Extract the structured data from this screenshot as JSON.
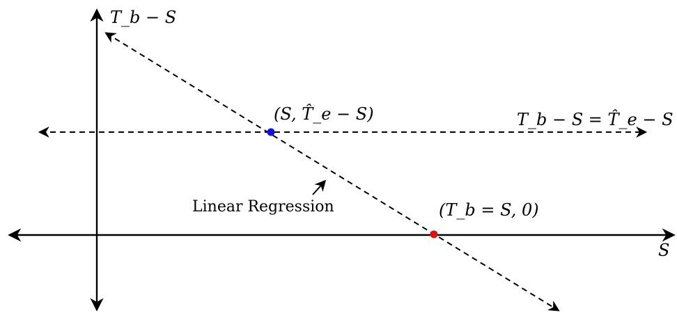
{
  "labels": {
    "y_axis": "T_b − S",
    "x_axis": "S",
    "horizontal_line": "T_b − S = T̂_e − S",
    "regression": "Linear Regression",
    "blue_point": "(S, T̂_e − S)",
    "red_point": "(T_b = S, 0)"
  },
  "colors": {
    "axis": "#000000",
    "blue_point": "#1010e0",
    "red_point": "#e01010"
  }
}
